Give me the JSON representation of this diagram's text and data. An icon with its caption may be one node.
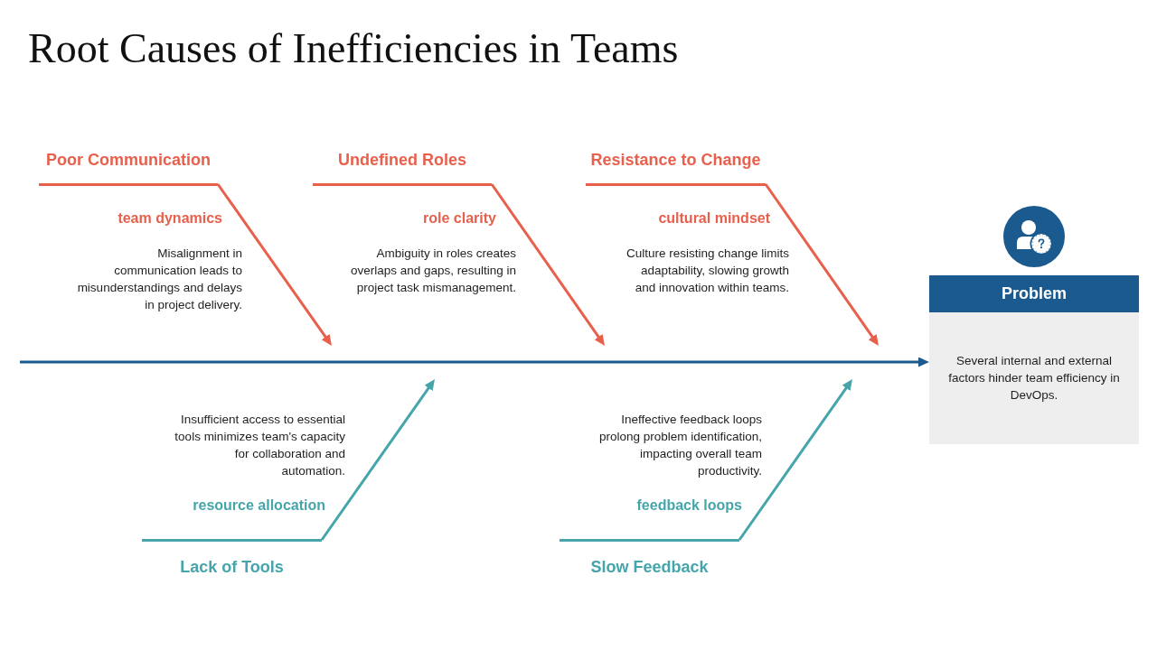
{
  "diagram": {
    "title": "Root Causes of Inefficiencies in Teams",
    "nodes": [
      {
        "text": [
          "Poor Communication"
        ],
        "beside": [
          "team dynamics",
          "Misalignment in communication leads to misunderstandings and delays in project delivery."
        ]
      },
      {
        "text": [
          "Undefined Roles"
        ],
        "beside": [
          "role clarity",
          "Ambiguity in roles creates overlaps and gaps, resulting in project task mismanagement."
        ]
      },
      {
        "text": [
          "Resistance to Change"
        ],
        "beside": [
          "cultural mindset",
          "Culture resisting change limits adaptability, slowing growth and innovation within teams."
        ]
      },
      {
        "text": [
          "Problem",
          "Several internal and external factors hinder team efficiency in DevOps."
        ]
      },
      {
        "text": [
          "Lack of Tools"
        ],
        "beside": [
          "Insufficient access to essential tools minimizes team's capacity for collaboration and automation.",
          "resource allocation"
        ]
      },
      {
        "text": [
          "Slow Feedback"
        ],
        "beside": [
          "Ineffective feedback loops prolong problem identification, impacting overall team productivity.",
          "feedback loops"
        ]
      }
    ],
    "edges": [
      {
        "from": 0,
        "to": null,
        "arrow": "to"
      },
      {
        "from": 1,
        "to": null,
        "arrow": "to"
      },
      {
        "from": 2,
        "to": null,
        "arrow": "to"
      },
      {
        "from": null,
        "to": 3,
        "arrow": "to",
        "color": "#1b5a8e"
      },
      {
        "from": 4,
        "to": null,
        "arrow": "to",
        "color": "#45a5ab"
      },
      {
        "from": 5,
        "to": null,
        "arrow": "to",
        "color": "#45a5ab"
      }
    ]
  }
}
